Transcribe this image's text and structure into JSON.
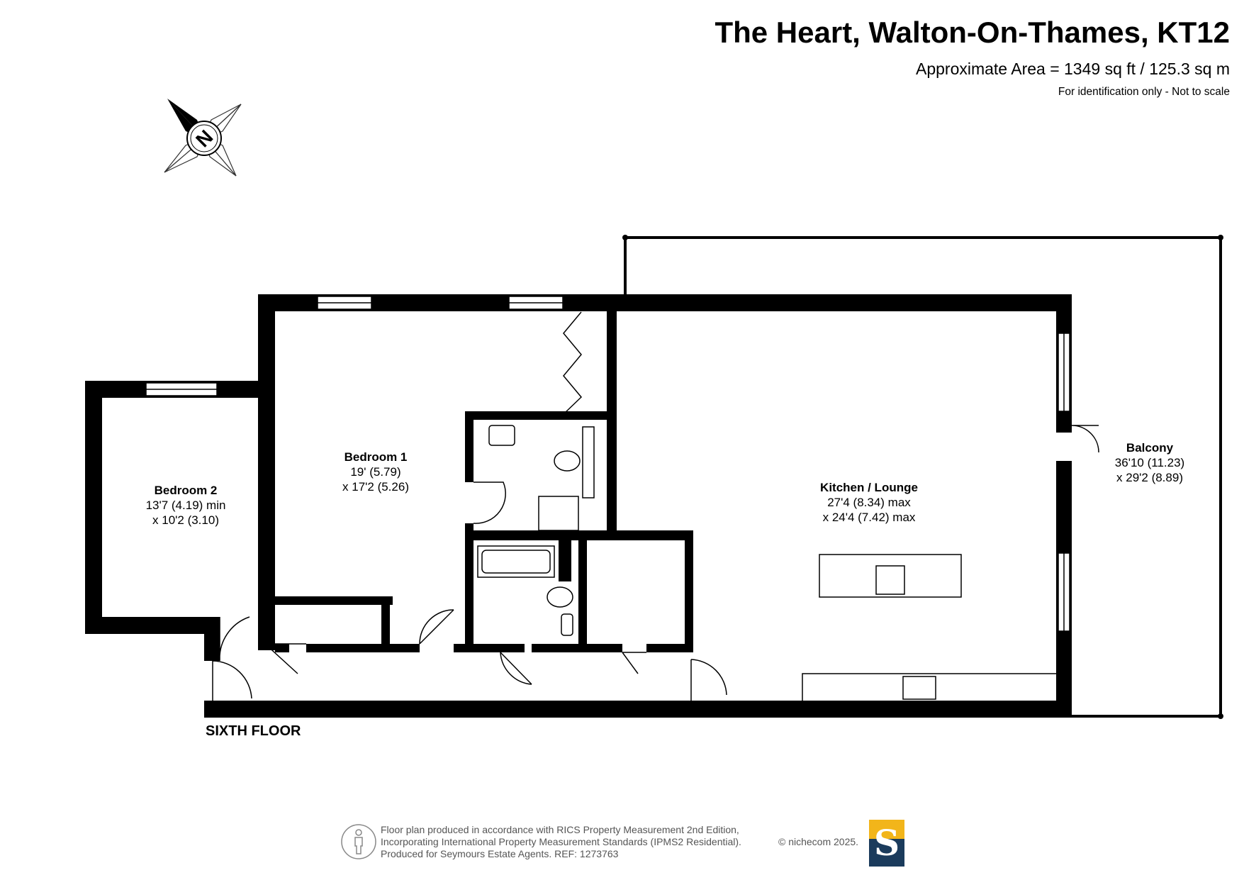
{
  "header": {
    "title": "The Heart, Walton-On-Thames, KT12",
    "area": "Approximate Area = 1349 sq ft / 125.3 sq m",
    "note": "For identification only - Not to scale"
  },
  "compass": {
    "icon": "compass-north-icon",
    "letter": "N"
  },
  "rooms": [
    {
      "name": "Bedroom 2",
      "dim1": "13'7 (4.19) min",
      "dim2": "x 10'2 (3.10)"
    },
    {
      "name": "Bedroom 1",
      "dim1": "19' (5.79)",
      "dim2": "x 17'2 (5.26)"
    },
    {
      "name": "Kitchen / Lounge",
      "dim1": "27'4 (8.34) max",
      "dim2": "x 24'4 (7.42) max"
    },
    {
      "name": "Balcony",
      "dim1": "36'10 (11.23)",
      "dim2": "x 29'2 (8.89)"
    }
  ],
  "floor_label": "SIXTH FLOOR",
  "footer": {
    "line1": "Floor plan produced in accordance with RICS Property Measurement 2nd Edition,",
    "line2": "Incorporating International Property Measurement Standards (IPMS2 Residential).",
    "line3": "Produced for Seymours Estate Agents.   REF: 1273763",
    "copyright": "© nichecom 2025.",
    "rics_icon": "person-icon"
  },
  "logo": {
    "letter": "S",
    "colors": {
      "top": "#f2b51a",
      "bottom": "#1b3b5c"
    }
  }
}
